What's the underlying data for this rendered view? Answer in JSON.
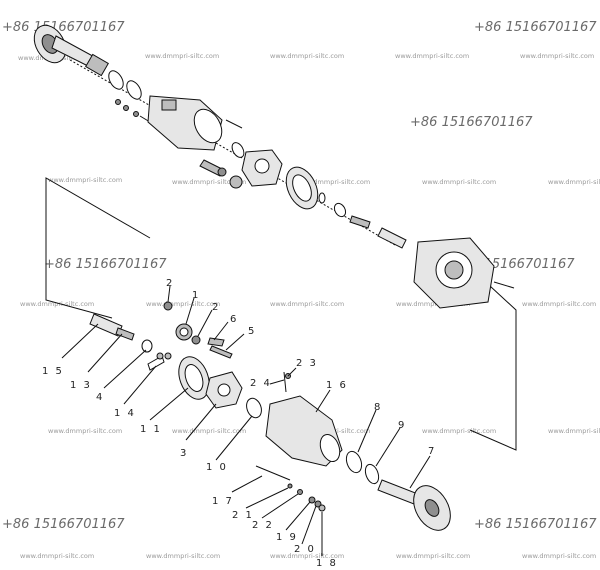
{
  "watermarks": {
    "phone": "+86 15166701167",
    "url": "www.dmmpri-siltc.com"
  },
  "labels": {
    "p1": "1",
    "p2a": "2",
    "p2b": "2",
    "p3": "3",
    "p4": "4",
    "p5": "5",
    "p6": "6",
    "p7": "7",
    "p8": "8",
    "p9": "9",
    "p10": "1 0",
    "p11": "1 1",
    "p13": "1 3",
    "p14": "1 4",
    "p15": "1 5",
    "p16": "1 6",
    "p17": "1 7",
    "p18": "1 8",
    "p19": "1 9",
    "p20": "2 0",
    "p21": "2 1",
    "p22": "2 2",
    "p23": "2 3",
    "p24": "2 4"
  }
}
